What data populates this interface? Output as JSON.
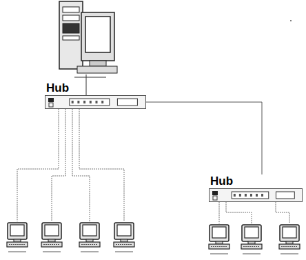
{
  "diagram": {
    "nodes": [
      {
        "text": [
          "Hub"
        ]
      },
      {
        "text": [
          "Hub"
        ]
      }
    ],
    "edges": [
      {
        "from": 0,
        "to": 1,
        "arrow": "none"
      }
    ]
  }
}
